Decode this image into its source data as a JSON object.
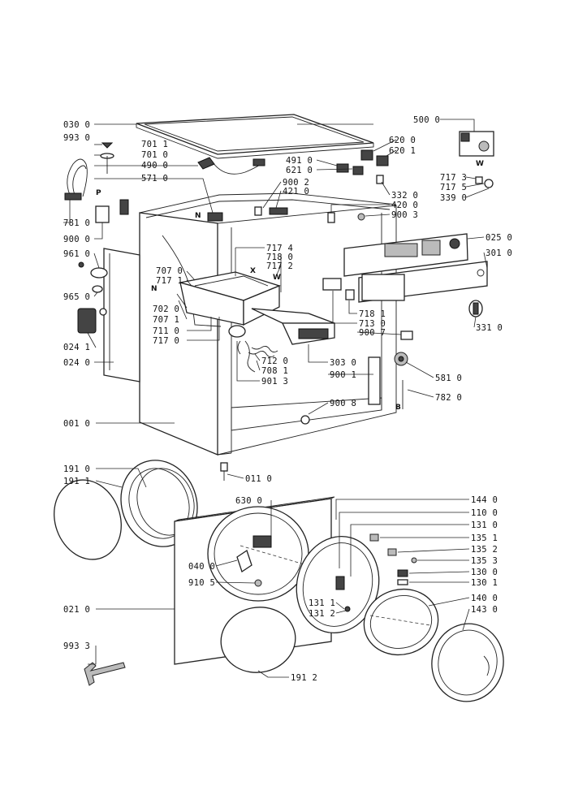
{
  "labels": [
    {
      "id": "030-0",
      "text": "030 0"
    },
    {
      "id": "993-0",
      "text": "993 0"
    },
    {
      "id": "701-1",
      "text": "701 1"
    },
    {
      "id": "701-0",
      "text": "701 0"
    },
    {
      "id": "490-0",
      "text": "490 0"
    },
    {
      "id": "571-0",
      "text": "571 0"
    },
    {
      "id": "781-0",
      "text": "781 0"
    },
    {
      "id": "900-0",
      "text": "900 0"
    },
    {
      "id": "961-0",
      "text": "961 0"
    },
    {
      "id": "965-0",
      "text": "965 0"
    },
    {
      "id": "024-1",
      "text": "024 1"
    },
    {
      "id": "024-0",
      "text": "024 0"
    },
    {
      "id": "001-0",
      "text": "001 0"
    },
    {
      "id": "707-0",
      "text": "707 0"
    },
    {
      "id": "717-1",
      "text": "717 1"
    },
    {
      "id": "702-0",
      "text": "702 0"
    },
    {
      "id": "707-1",
      "text": "707 1"
    },
    {
      "id": "711-0",
      "text": "711 0"
    },
    {
      "id": "717-0",
      "text": "717 0"
    },
    {
      "id": "717-4",
      "text": "717 4"
    },
    {
      "id": "718-0",
      "text": "718 0"
    },
    {
      "id": "717-2",
      "text": "717 2"
    },
    {
      "id": "712-0",
      "text": "712 0"
    },
    {
      "id": "708-1",
      "text": "708 1"
    },
    {
      "id": "901-3",
      "text": "901 3"
    },
    {
      "id": "303-0",
      "text": "303 0"
    },
    {
      "id": "900-1",
      "text": "900 1"
    },
    {
      "id": "900-8",
      "text": "900 8"
    },
    {
      "id": "491-0",
      "text": "491 0"
    },
    {
      "id": "621-0",
      "text": "621 0"
    },
    {
      "id": "900-2",
      "text": "900 2"
    },
    {
      "id": "421-0",
      "text": "421 0"
    },
    {
      "id": "620-0",
      "text": "620 0"
    },
    {
      "id": "620-1",
      "text": "620 1"
    },
    {
      "id": "332-0",
      "text": "332 0"
    },
    {
      "id": "420-0",
      "text": "420 0"
    },
    {
      "id": "900-3",
      "text": "900 3"
    },
    {
      "id": "500-0",
      "text": "500 0"
    },
    {
      "id": "717-3",
      "text": "717 3"
    },
    {
      "id": "717-5",
      "text": "717 5"
    },
    {
      "id": "339-0",
      "text": "339 0"
    },
    {
      "id": "025-0",
      "text": "025 0"
    },
    {
      "id": "301-0",
      "text": "301 0"
    },
    {
      "id": "718-1",
      "text": "718 1"
    },
    {
      "id": "713-0",
      "text": "713 0"
    },
    {
      "id": "900-7",
      "text": "900 7"
    },
    {
      "id": "331-0",
      "text": "331 0"
    },
    {
      "id": "581-0",
      "text": "581 0"
    },
    {
      "id": "782-0",
      "text": "782 0"
    },
    {
      "id": "011-0",
      "text": "011 0"
    },
    {
      "id": "191-0",
      "text": "191 0"
    },
    {
      "id": "191-1",
      "text": "191 1"
    },
    {
      "id": "630-0",
      "text": "630 0"
    },
    {
      "id": "040-0",
      "text": "040 0"
    },
    {
      "id": "910-5",
      "text": "910 5"
    },
    {
      "id": "021-0",
      "text": "021 0"
    },
    {
      "id": "993-3",
      "text": "993 3"
    },
    {
      "id": "191-2",
      "text": "191 2"
    },
    {
      "id": "144-0",
      "text": "144 0"
    },
    {
      "id": "110-0",
      "text": "110 0"
    },
    {
      "id": "131-0",
      "text": "131 0"
    },
    {
      "id": "135-1",
      "text": "135 1"
    },
    {
      "id": "135-2",
      "text": "135 2"
    },
    {
      "id": "135-3",
      "text": "135 3"
    },
    {
      "id": "130-0",
      "text": "130 0"
    },
    {
      "id": "130-1",
      "text": "130 1"
    },
    {
      "id": "131-1",
      "text": "131 1"
    },
    {
      "id": "131-2",
      "text": "131 2"
    },
    {
      "id": "140-0",
      "text": "140 0"
    },
    {
      "id": "143-0",
      "text": "143 0"
    }
  ],
  "letters": {
    "p": "P",
    "n1": "N",
    "n2": "N",
    "x": "X",
    "w1": "W",
    "w2": "W",
    "b": "B"
  }
}
